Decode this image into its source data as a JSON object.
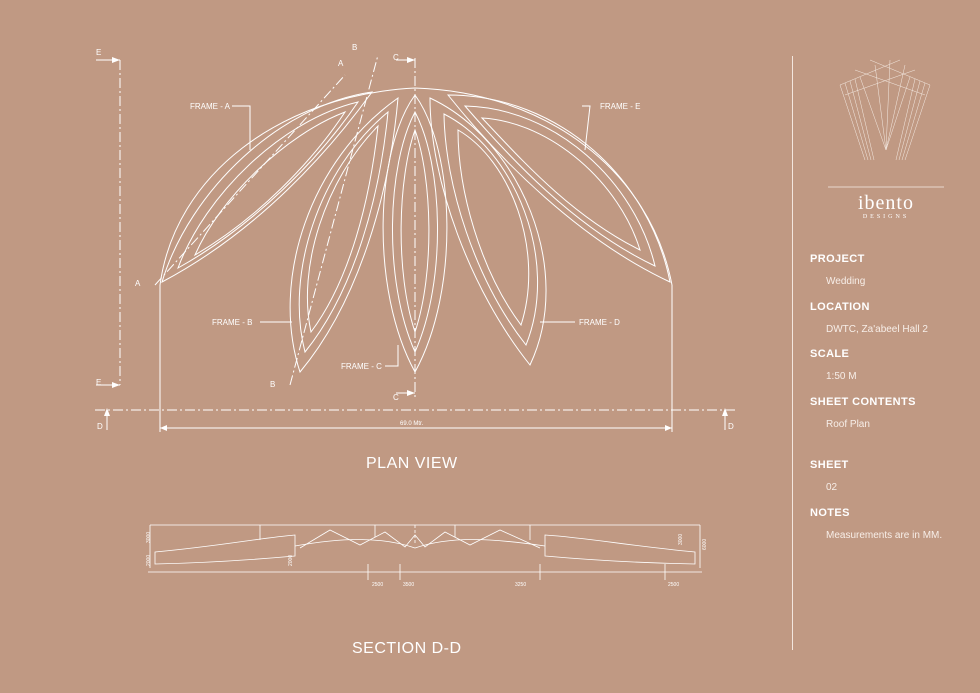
{
  "drawing": {
    "frames": [
      "FRAME - A",
      "FRAME - B",
      "FRAME - C",
      "FRAME - D",
      "FRAME - E"
    ],
    "section_marks": {
      "a": "A",
      "b": "B",
      "c": "C",
      "d": "D",
      "e": "E"
    },
    "span": "69.0  Mtr.",
    "plan_title": "PLAN VIEW",
    "section_title": "SECTION D-D",
    "section_dims": [
      "3000",
      "2000",
      "2000",
      "3000",
      "6000",
      "2500",
      "3500",
      "3250",
      "2500"
    ]
  },
  "brand": {
    "name": "ibento",
    "tagline": "DESIGNS"
  },
  "sheet": {
    "project_label": "PROJECT",
    "project": "Wedding",
    "location_label": "LOCATION",
    "location": "DWTC, Za'abeel Hall 2",
    "scale_label": "SCALE",
    "scale": "1:50 M",
    "contents_label": "SHEET CONTENTS",
    "contents": "Roof Plan",
    "sheet_label": "SHEET",
    "sheet_no": "02",
    "notes_label": "NOTES",
    "notes": "Measurements are in MM."
  }
}
